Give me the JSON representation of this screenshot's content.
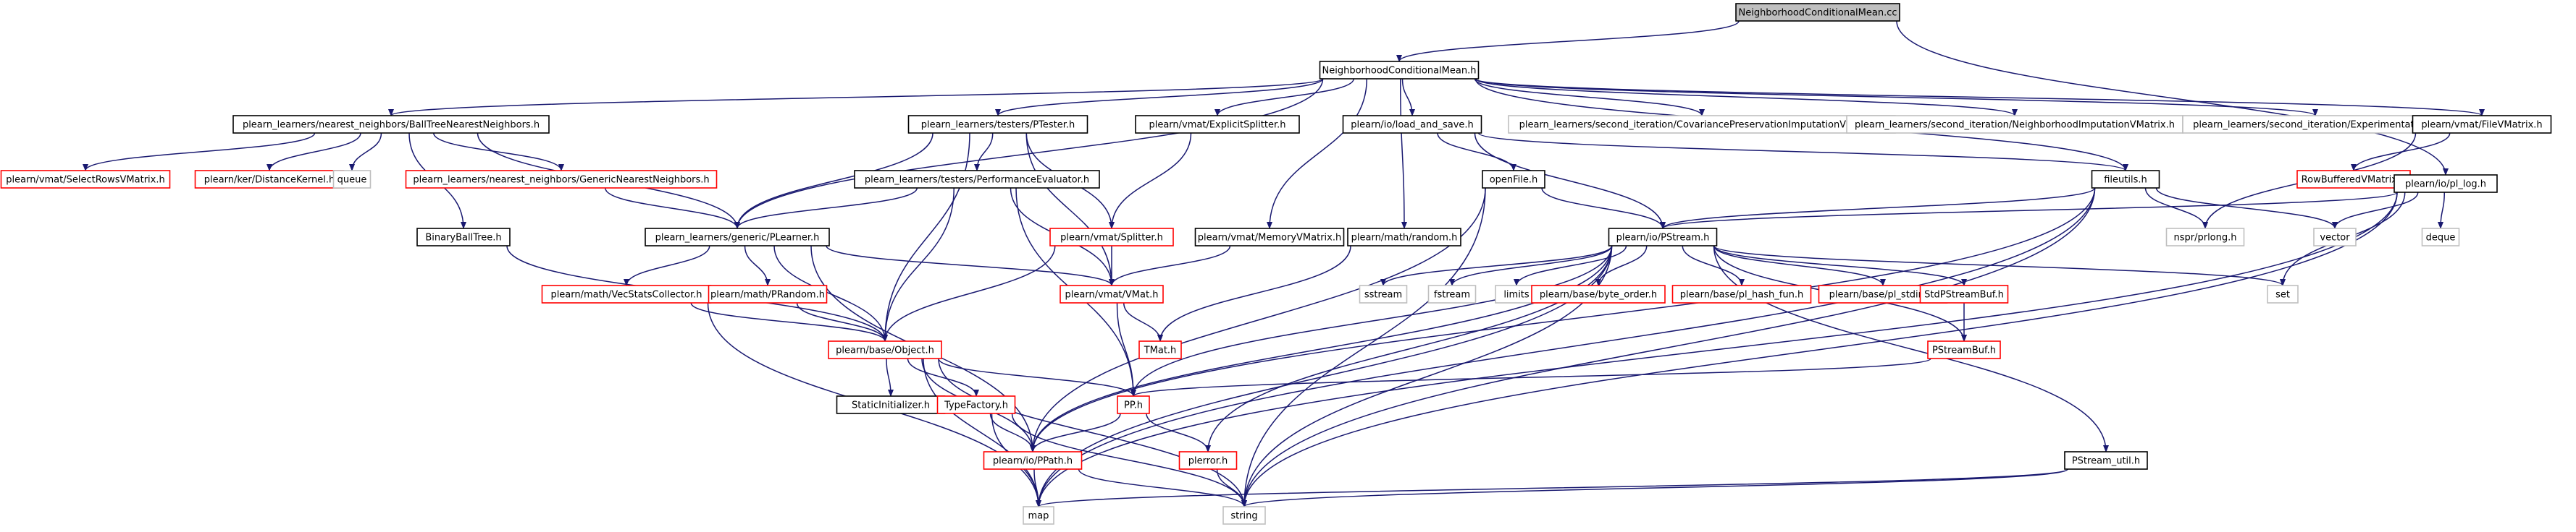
{
  "graph": {
    "title": "NeighborhoodConditionalMean.cc",
    "colors": {
      "edge": "#191970",
      "root_fill": "#bfbfbf",
      "root_border": "#000000",
      "documented_border": "#000000",
      "undocumented_border": "#ff0000",
      "external_border": "#bfbfbf",
      "text": "#000000"
    },
    "nodes": [
      {
        "id": "root",
        "label": "NeighborhoodConditionalMean.cc",
        "style": "root"
      },
      {
        "id": "ncm_h",
        "label": "NeighborhoodConditionalMean.h",
        "style": "documented"
      },
      {
        "id": "btnn",
        "label": "plearn_learners/nearest_neighbors/BallTreeNearestNeighbors.h",
        "style": "documented"
      },
      {
        "id": "ptester",
        "label": "plearn_learners/testers/PTester.h",
        "style": "documented"
      },
      {
        "id": "explicit",
        "label": "plearn/vmat/ExplicitSplitter.h",
        "style": "documented"
      },
      {
        "id": "loadsave",
        "label": "plearn/io/load_and_save.h",
        "style": "documented"
      },
      {
        "id": "cpi",
        "label": "plearn_learners/second_iteration/CovariancePreservationImputationVMatrix.h",
        "style": "external"
      },
      {
        "id": "nivm",
        "label": "plearn_learners/second_iteration/NeighborhoodImputationVMatrix.h",
        "style": "external"
      },
      {
        "id": "experim",
        "label": "plearn_learners/second_iteration/Experimentation.h",
        "style": "external"
      },
      {
        "id": "filevm",
        "label": "plearn/vmat/FileVMatrix.h",
        "style": "documented"
      },
      {
        "id": "selrows",
        "label": "plearn/vmat/SelectRowsVMatrix.h",
        "style": "undocumented"
      },
      {
        "id": "distk",
        "label": "plearn/ker/DistanceKernel.h",
        "style": "undocumented"
      },
      {
        "id": "queue",
        "label": "queue",
        "style": "external"
      },
      {
        "id": "gnn",
        "label": "plearn_learners/nearest_neighbors/GenericNearestNeighbors.h",
        "style": "undocumented"
      },
      {
        "id": "bbt",
        "label": "BinaryBallTree.h",
        "style": "documented"
      },
      {
        "id": "perfev",
        "label": "plearn_learners/testers/PerformanceEvaluator.h",
        "style": "documented"
      },
      {
        "id": "openfile",
        "label": "openFile.h",
        "style": "documented"
      },
      {
        "id": "fileutils",
        "label": "fileutils.h",
        "style": "documented"
      },
      {
        "id": "rowbuf",
        "label": "RowBufferedVMatrix.h",
        "style": "undocumented"
      },
      {
        "id": "pllog",
        "label": "plearn/io/pl_log.h",
        "style": "documented"
      },
      {
        "id": "plearner",
        "label": "plearn_learners/generic/PLearner.h",
        "style": "documented"
      },
      {
        "id": "splitter",
        "label": "plearn/vmat/Splitter.h",
        "style": "undocumented"
      },
      {
        "id": "memvm",
        "label": "plearn/vmat/MemoryVMatrix.h",
        "style": "documented"
      },
      {
        "id": "random",
        "label": "plearn/math/random.h",
        "style": "documented"
      },
      {
        "id": "pstream",
        "label": "plearn/io/PStream.h",
        "style": "documented"
      },
      {
        "id": "nsprlong",
        "label": "nspr/prlong.h",
        "style": "external"
      },
      {
        "id": "vector",
        "label": "vector",
        "style": "external"
      },
      {
        "id": "deque",
        "label": "deque",
        "style": "external"
      },
      {
        "id": "vecstats",
        "label": "plearn/math/VecStatsCollector.h",
        "style": "undocumented"
      },
      {
        "id": "prandom",
        "label": "plearn/math/PRandom.h",
        "style": "undocumented"
      },
      {
        "id": "vmat",
        "label": "plearn/vmat/VMat.h",
        "style": "undocumented"
      },
      {
        "id": "sstream",
        "label": "sstream",
        "style": "external"
      },
      {
        "id": "fstream",
        "label": "fstream",
        "style": "external"
      },
      {
        "id": "limits",
        "label": "limits",
        "style": "external"
      },
      {
        "id": "byteorder",
        "label": "plearn/base/byte_order.h",
        "style": "undocumented"
      },
      {
        "id": "hashfun",
        "label": "plearn/base/pl_hash_fun.h",
        "style": "undocumented"
      },
      {
        "id": "stdint",
        "label": "plearn/base/pl_stdint.h",
        "style": "undocumented"
      },
      {
        "id": "stdpsb",
        "label": "StdPStreamBuf.h",
        "style": "undocumented"
      },
      {
        "id": "set",
        "label": "set",
        "style": "external"
      },
      {
        "id": "tmat",
        "label": "TMat.h",
        "style": "undocumented"
      },
      {
        "id": "object",
        "label": "plearn/base/Object.h",
        "style": "undocumented"
      },
      {
        "id": "psbuf",
        "label": "PStreamBuf.h",
        "style": "undocumented"
      },
      {
        "id": "staticinit",
        "label": "StaticInitializer.h",
        "style": "documented"
      },
      {
        "id": "typefactory",
        "label": "TypeFactory.h",
        "style": "undocumented"
      },
      {
        "id": "pp",
        "label": "PP.h",
        "style": "undocumented"
      },
      {
        "id": "ppath",
        "label": "plearn/io/PPath.h",
        "style": "undocumented"
      },
      {
        "id": "plerror",
        "label": "plerror.h",
        "style": "undocumented"
      },
      {
        "id": "pstreamutil",
        "label": "PStream_util.h",
        "style": "documented"
      },
      {
        "id": "map",
        "label": "map",
        "style": "external"
      },
      {
        "id": "string",
        "label": "string",
        "style": "external"
      }
    ],
    "edges": [
      [
        "root",
        "ncm_h"
      ],
      [
        "root",
        "pllog"
      ],
      [
        "ncm_h",
        "btnn"
      ],
      [
        "ncm_h",
        "ptester"
      ],
      [
        "ncm_h",
        "explicit"
      ],
      [
        "ncm_h",
        "loadsave"
      ],
      [
        "ncm_h",
        "cpi"
      ],
      [
        "ncm_h",
        "nivm"
      ],
      [
        "ncm_h",
        "experim"
      ],
      [
        "ncm_h",
        "filevm"
      ],
      [
        "ncm_h",
        "plearner"
      ],
      [
        "ncm_h",
        "memvm"
      ],
      [
        "ncm_h",
        "random"
      ],
      [
        "ncm_h",
        "fileutils"
      ],
      [
        "btnn",
        "selrows"
      ],
      [
        "btnn",
        "distk"
      ],
      [
        "btnn",
        "queue"
      ],
      [
        "btnn",
        "gnn"
      ],
      [
        "btnn",
        "bbt"
      ],
      [
        "btnn",
        "plearner"
      ],
      [
        "gnn",
        "plearner"
      ],
      [
        "ptester",
        "perfev"
      ],
      [
        "ptester",
        "plearner"
      ],
      [
        "ptester",
        "splitter"
      ],
      [
        "ptester",
        "vmat"
      ],
      [
        "ptester",
        "object"
      ],
      [
        "explicit",
        "splitter"
      ],
      [
        "loadsave",
        "openfile"
      ],
      [
        "loadsave",
        "fileutils"
      ],
      [
        "loadsave",
        "pstream"
      ],
      [
        "filevm",
        "rowbuf"
      ],
      [
        "filevm",
        "nsprlong"
      ],
      [
        "perfev",
        "plearner"
      ],
      [
        "perfev",
        "vmat"
      ],
      [
        "perfev",
        "object"
      ],
      [
        "perfev",
        "pp"
      ],
      [
        "openfile",
        "pstream"
      ],
      [
        "openfile",
        "ppath"
      ],
      [
        "openfile",
        "string"
      ],
      [
        "fileutils",
        "pstream"
      ],
      [
        "fileutils",
        "nsprlong"
      ],
      [
        "fileutils",
        "vector"
      ],
      [
        "fileutils",
        "map"
      ],
      [
        "fileutils",
        "string"
      ],
      [
        "fileutils",
        "ppath"
      ],
      [
        "pllog",
        "pstream"
      ],
      [
        "pllog",
        "vector"
      ],
      [
        "pllog",
        "deque"
      ],
      [
        "pllog",
        "set"
      ],
      [
        "pllog",
        "map"
      ],
      [
        "pllog",
        "string"
      ],
      [
        "plearner",
        "vecstats"
      ],
      [
        "plearner",
        "prandom"
      ],
      [
        "plearner",
        "vmat"
      ],
      [
        "plearner",
        "object"
      ],
      [
        "plearner",
        "ppath"
      ],
      [
        "splitter",
        "vmat"
      ],
      [
        "splitter",
        "object"
      ],
      [
        "memvm",
        "vmat"
      ],
      [
        "random",
        "tmat"
      ],
      [
        "pstream",
        "sstream"
      ],
      [
        "pstream",
        "fstream"
      ],
      [
        "pstream",
        "limits"
      ],
      [
        "pstream",
        "byteorder"
      ],
      [
        "pstream",
        "hashfun"
      ],
      [
        "pstream",
        "stdint"
      ],
      [
        "pstream",
        "stdpsb"
      ],
      [
        "pstream",
        "psbuf"
      ],
      [
        "pstream",
        "pp"
      ],
      [
        "pstream",
        "ppath"
      ],
      [
        "pstream",
        "plerror"
      ],
      [
        "pstream",
        "map"
      ],
      [
        "pstream",
        "string"
      ],
      [
        "pstream",
        "set"
      ],
      [
        "pstream",
        "pstreamutil"
      ],
      [
        "stdpsb",
        "psbuf"
      ],
      [
        "psbuf",
        "pp"
      ],
      [
        "vecstats",
        "object"
      ],
      [
        "vecstats",
        "map"
      ],
      [
        "prandom",
        "object"
      ],
      [
        "bbt",
        "object"
      ],
      [
        "vmat",
        "tmat"
      ],
      [
        "vmat",
        "pp"
      ],
      [
        "object",
        "staticinit"
      ],
      [
        "object",
        "typefactory"
      ],
      [
        "object",
        "pp"
      ],
      [
        "object",
        "ppath"
      ],
      [
        "object",
        "map"
      ],
      [
        "object",
        "string"
      ],
      [
        "typefactory",
        "ppath"
      ],
      [
        "typefactory",
        "map"
      ],
      [
        "typefactory",
        "string"
      ],
      [
        "pp",
        "plerror"
      ],
      [
        "pp",
        "ppath"
      ],
      [
        "plerror",
        "string"
      ],
      [
        "ppath",
        "map"
      ],
      [
        "ppath",
        "string"
      ],
      [
        "pstreamutil",
        "map"
      ],
      [
        "pstreamutil",
        "string"
      ]
    ]
  }
}
